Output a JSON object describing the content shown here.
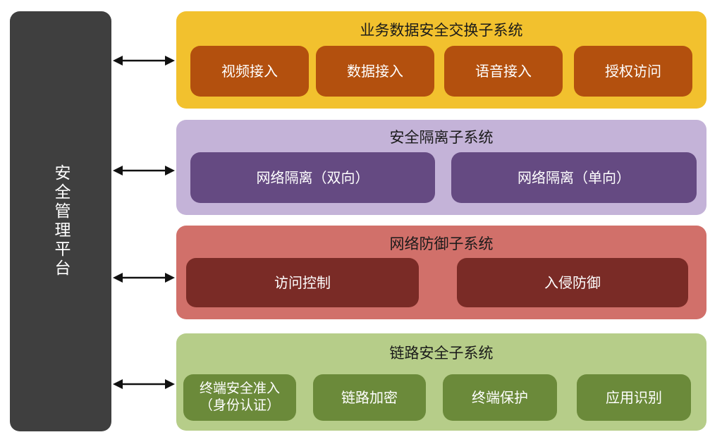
{
  "platform": {
    "label": "安全管理平台"
  },
  "colors": {
    "platform": "#3f3f3f",
    "business_panel": "#f2c12e",
    "business_chip": "#b3500e",
    "isolation_panel": "#c4b3d8",
    "isolation_chip": "#654a82",
    "defense_panel": "#d1706a",
    "defense_chip": "#7a2b26",
    "link_panel": "#b6cd89",
    "link_chip": "#6b8a3a",
    "arrow": "#111111"
  },
  "subsystems": [
    {
      "title": "业务数据安全交换子系统",
      "items": [
        "视频接入",
        "数据接入",
        "语音接入",
        "授权访问"
      ]
    },
    {
      "title": "安全隔离子系统",
      "items": [
        "网络隔离（双向）",
        "网络隔离（单向）"
      ]
    },
    {
      "title": "网络防御子系统",
      "items": [
        "访问控制",
        "入侵防御"
      ]
    },
    {
      "title": "链路安全子系统",
      "items": [
        "终端安全准入\n（身份认证）",
        "链路加密",
        "终端保护",
        "应用识别"
      ]
    }
  ]
}
